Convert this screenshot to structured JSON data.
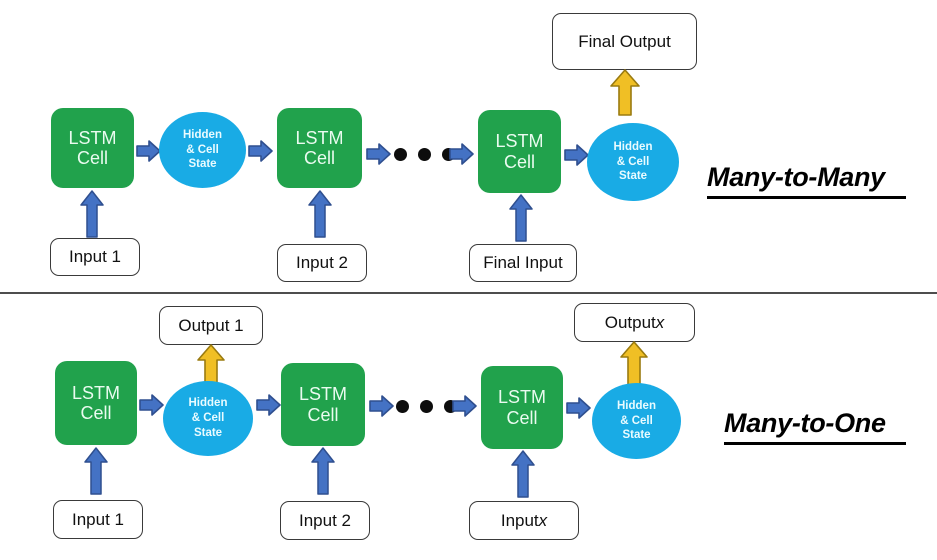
{
  "diagram": {
    "title_icons": {
      "arrow_right": "arrow-right-icon",
      "arrow_up": "arrow-up-icon",
      "ellipsis": "ellipsis-dots-icon"
    },
    "colors": {
      "cell_green": "#21a24c",
      "state_blue": "#19abe5",
      "arrow_blue": "#4472c4",
      "arrow_blue_outline": "#2f4f8f",
      "arrow_yellow": "#f0bf25",
      "arrow_yellow_outline": "#9a7b10",
      "box_border": "#3a3a3a",
      "text_dark": "#111111",
      "divider": "#4d4d4d",
      "background": "#ffffff"
    },
    "labels": {
      "lstm_line1": "LSTM",
      "lstm_line2": "Cell",
      "state_line1": "Hidden",
      "state_line2": "& Cell",
      "state_line3": "State"
    },
    "sections": [
      {
        "id": "many-to-many",
        "title": "Many-to-Many",
        "cells": [
          {
            "name": "lstm-cell-1",
            "line1": "LSTM",
            "line2": "Cell"
          },
          {
            "name": "lstm-cell-2",
            "line1": "LSTM",
            "line2": "Cell"
          },
          {
            "name": "lstm-cell-final",
            "line1": "LSTM",
            "line2": "Cell"
          }
        ],
        "states": [
          {
            "name": "hidden-cell-state-1",
            "line1": "Hidden",
            "line2": "& Cell",
            "line3": "State"
          },
          {
            "name": "hidden-cell-state-final",
            "line1": "Hidden",
            "line2": "& Cell",
            "line3": "State"
          }
        ],
        "inputs": [
          {
            "name": "input-box-1",
            "text": "Input 1",
            "italic_suffix": ""
          },
          {
            "name": "input-box-2",
            "text": "Input 2",
            "italic_suffix": ""
          },
          {
            "name": "input-box-final",
            "text": "Final Input",
            "italic_suffix": ""
          }
        ],
        "outputs": [
          {
            "name": "output-box-final",
            "text": "Final Output",
            "italic_suffix": ""
          }
        ],
        "ellipsis_dot_count": 3
      },
      {
        "id": "many-to-one",
        "title": "Many-to-One",
        "cells": [
          {
            "name": "lstm-cell-1",
            "line1": "LSTM",
            "line2": "Cell"
          },
          {
            "name": "lstm-cell-2",
            "line1": "LSTM",
            "line2": "Cell"
          },
          {
            "name": "lstm-cell-x",
            "line1": "LSTM",
            "line2": "Cell"
          }
        ],
        "states": [
          {
            "name": "hidden-cell-state-1",
            "line1": "Hidden",
            "line2": "& Cell",
            "line3": "State"
          },
          {
            "name": "hidden-cell-state-x",
            "line1": "Hidden",
            "line2": "& Cell",
            "line3": "State"
          }
        ],
        "inputs": [
          {
            "name": "input-box-1",
            "text": "Input 1",
            "italic_suffix": ""
          },
          {
            "name": "input-box-2",
            "text": "Input 2",
            "italic_suffix": ""
          },
          {
            "name": "input-box-x",
            "text": "Input ",
            "italic_suffix": "x"
          }
        ],
        "outputs": [
          {
            "name": "output-box-1",
            "text": "Output 1",
            "italic_suffix": ""
          },
          {
            "name": "output-box-x",
            "text": "Output ",
            "italic_suffix": "x"
          }
        ],
        "ellipsis_dot_count": 3
      }
    ]
  }
}
